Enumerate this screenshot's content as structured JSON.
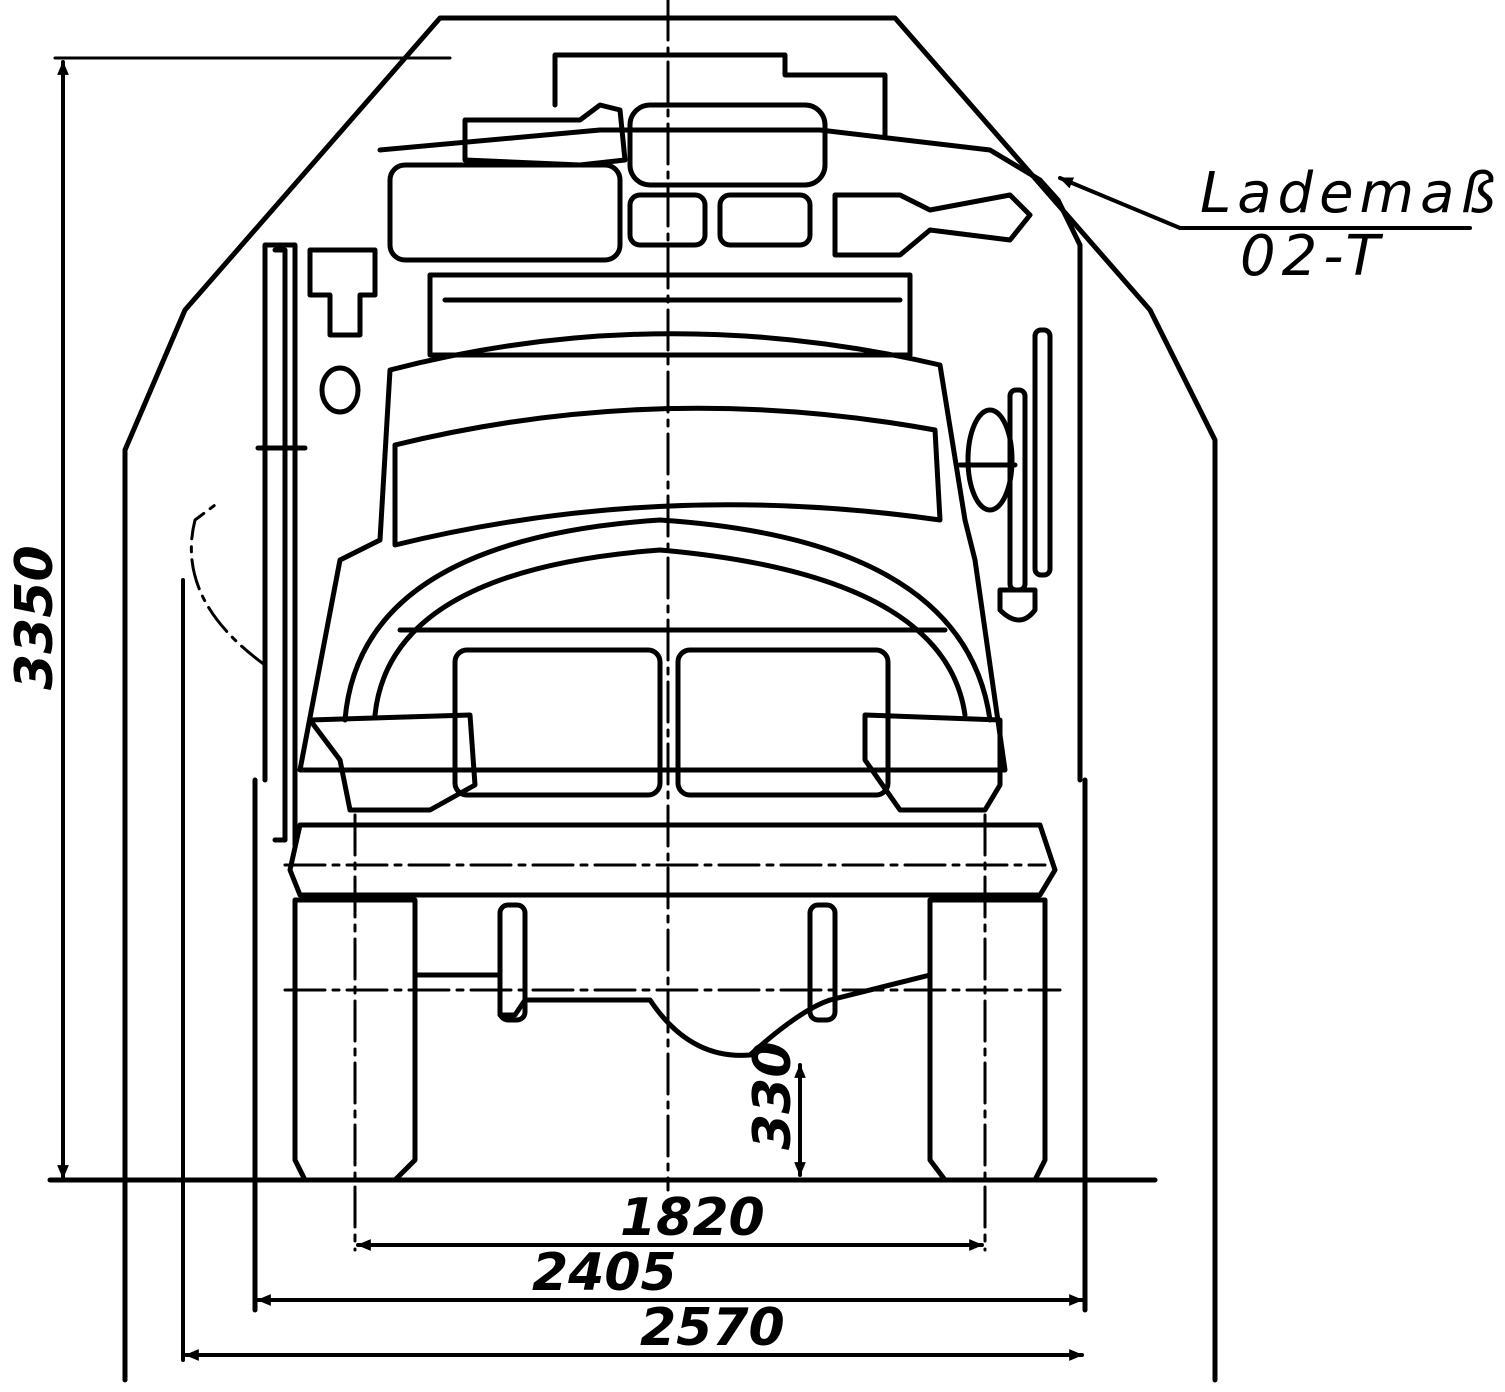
{
  "labels": {
    "gauge_name": "Lademaß",
    "gauge_code": "02-T"
  },
  "dimensions": {
    "total_height": "3350",
    "axle_clearance": "330",
    "track_gauge_span": "1820",
    "inner_width": "2405",
    "outer_width": "2570"
  },
  "colors": {
    "line": "#000000",
    "background": "#ffffff"
  }
}
